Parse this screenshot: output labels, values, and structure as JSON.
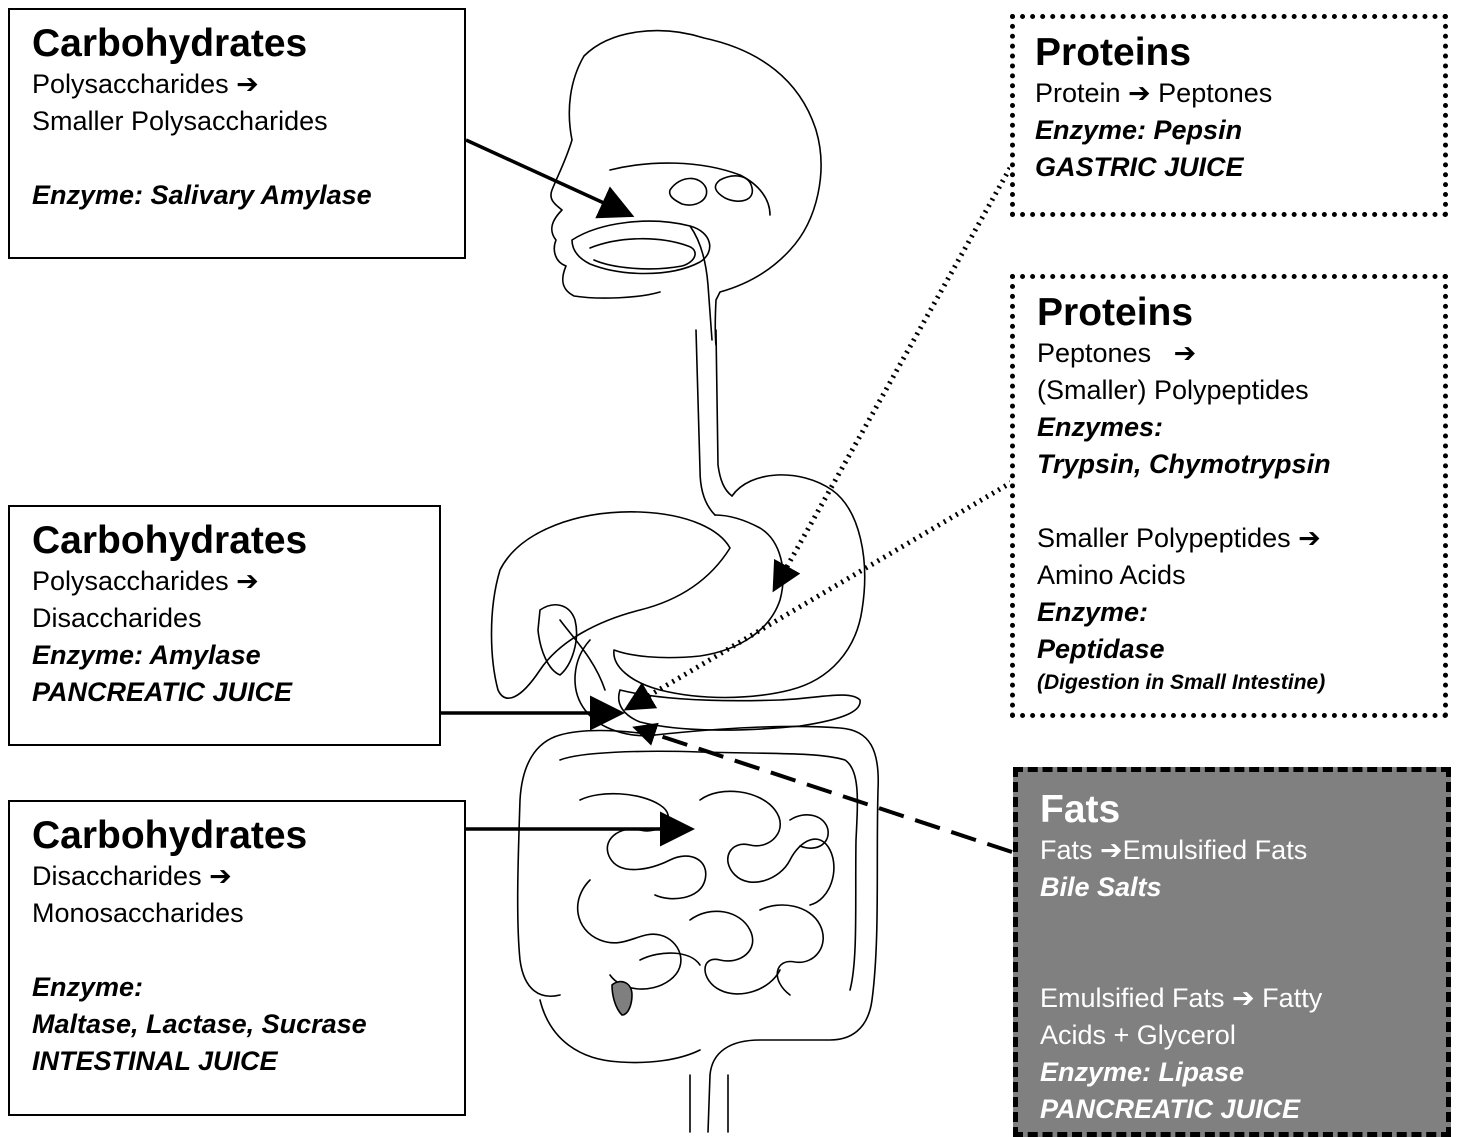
{
  "boxes": {
    "carb_mouth": {
      "title": "Carbohydrates",
      "line1": "Polysaccharides ➔",
      "line2": "Smaller Polysaccharides",
      "enzyme": "Enzyme: Salivary Amylase"
    },
    "carb_pancreas": {
      "title": "Carbohydrates",
      "line1": "Polysaccharides ➔",
      "line2": "Disaccharides",
      "enzyme": "Enzyme: Amylase",
      "juice": "PANCREATIC JUICE"
    },
    "carb_intestine": {
      "title": "Carbohydrates",
      "line1": "Disaccharides ➔",
      "line2": "Monosaccharides",
      "enzyme_label": "Enzyme:",
      "enzymes": "Maltase, Lactase, Sucrase",
      "juice": "INTESTINAL JUICE"
    },
    "prot_stomach": {
      "title": "Proteins",
      "line1": "Protein ➔ Peptones",
      "enzyme": "Enzyme: Pepsin",
      "juice": "GASTRIC JUICE"
    },
    "prot_intestine": {
      "title": "Proteins",
      "line1": "Peptones   ➔",
      "line2": "(Smaller) Polypeptides",
      "enzymes_label": "Enzymes:",
      "enzymes": "Trypsin, Chymotrypsin",
      "line3": "Smaller Polypeptides ➔",
      "line4": "Amino Acids",
      "enzyme_label": "Enzyme:",
      "enzyme": "Peptidase",
      "note": "(Digestion in Small Intestine)"
    },
    "fats": {
      "title": "Fats",
      "line1": "Fats ➔Emulsified Fats",
      "bile": "Bile Salts",
      "line2": "Emulsified Fats ➔ Fatty",
      "line3": "Acids + Glycerol",
      "enzyme": "Enzyme: Lipase",
      "juice": "PANCREATIC JUICE"
    }
  },
  "colors": {
    "fats_box_fill": "#808080",
    "fats_text": "#ffffff",
    "appendix_fill": "#7f7f7f"
  }
}
